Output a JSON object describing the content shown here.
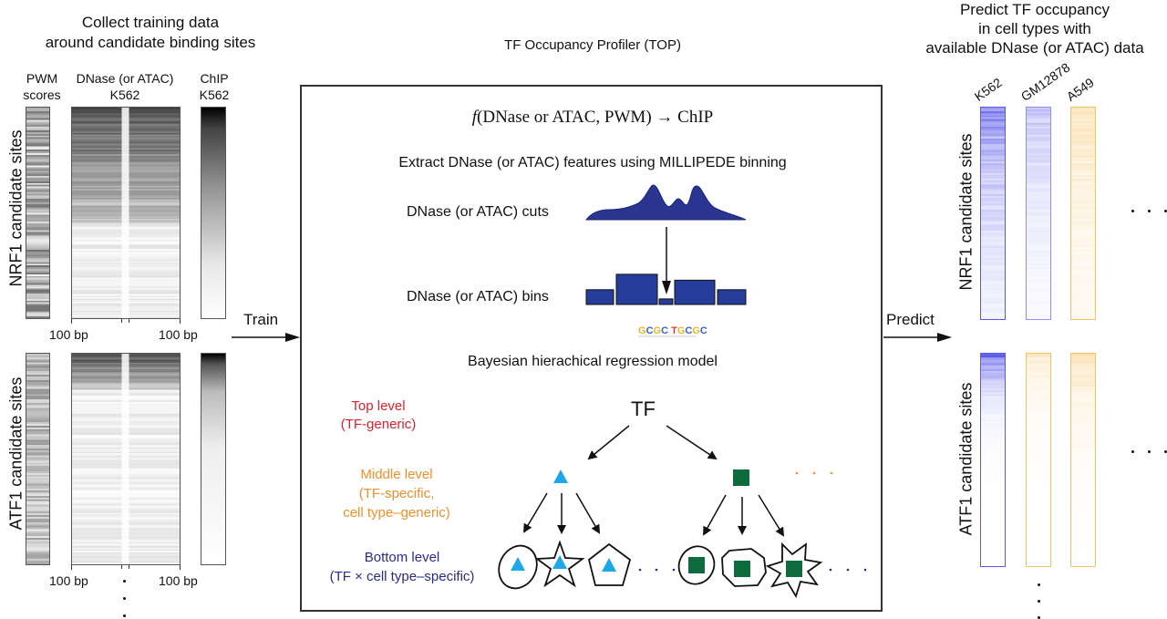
{
  "left_panel": {
    "title_line1": "Collect training data",
    "title_line2": "around candidate binding sites",
    "col_pwm_line1": "PWM",
    "col_pwm_line2": "scores",
    "col_dnase_line1": "DNase (or ATAC)",
    "col_dnase_line2": "K562",
    "col_chip_line1": "ChIP",
    "col_chip_line2": "K562",
    "row_nrf1_label": "NRF1 candidate sites",
    "row_atf1_label": "ATF1 candidate sites",
    "axis_left_label": "100 bp",
    "axis_right_label": "100 bp",
    "continuation_dots": "·"
  },
  "arrows": {
    "train_label": "Train",
    "predict_label": "Predict"
  },
  "center_panel": {
    "title": "TF Occupancy Profiler (TOP)",
    "formula_f": "f",
    "formula_rest": "(DNase or ATAC, PWM) → ChIP",
    "extract_heading": "Extract DNase (or ATAC) features using MILLIPEDE binning",
    "cuts_label": "DNase (or ATAC) cuts",
    "bins_label": "DNase (or ATAC) bins",
    "motif_logo_text": "GCGC TGCGC",
    "bins_relative_heights": [
      0.45,
      0.92,
      0.17,
      0.74,
      0.45
    ],
    "model_heading": "Bayesian hierachical regression model",
    "root_node_label": "TF",
    "levels": {
      "top_line1": "Top level",
      "top_line2": "(TF-generic)",
      "middle_line1": "Middle level",
      "middle_line2": "(TF-specific,",
      "middle_line3": "cell type–generic)",
      "bottom_line1": "Bottom level",
      "bottom_line2": "(TF × cell type–specific)"
    },
    "colors": {
      "top_level": "#e0202a",
      "middle_level": "#f0902a",
      "bottom_level": "#2a2a8c",
      "signal_blue": "#2a3592",
      "bins_blue": "#243d9a",
      "triangle_cyan": "#1ea7e6",
      "square_green": "#0d6b3e"
    }
  },
  "right_panel": {
    "title_line1": "Predict TF occupancy",
    "title_line2": "in cell types with",
    "title_line3": "available DNase (or ATAC) data",
    "cell_types": [
      "K562",
      "GM12878",
      "A549"
    ],
    "row_nrf1_label": "NRF1 candidate sites",
    "row_atf1_label": "ATF1 candidate sites",
    "colors": {
      "blue_strong": "#5b5bea",
      "blue_light": "#8f8ff0",
      "orange": "#f5c46a"
    }
  }
}
